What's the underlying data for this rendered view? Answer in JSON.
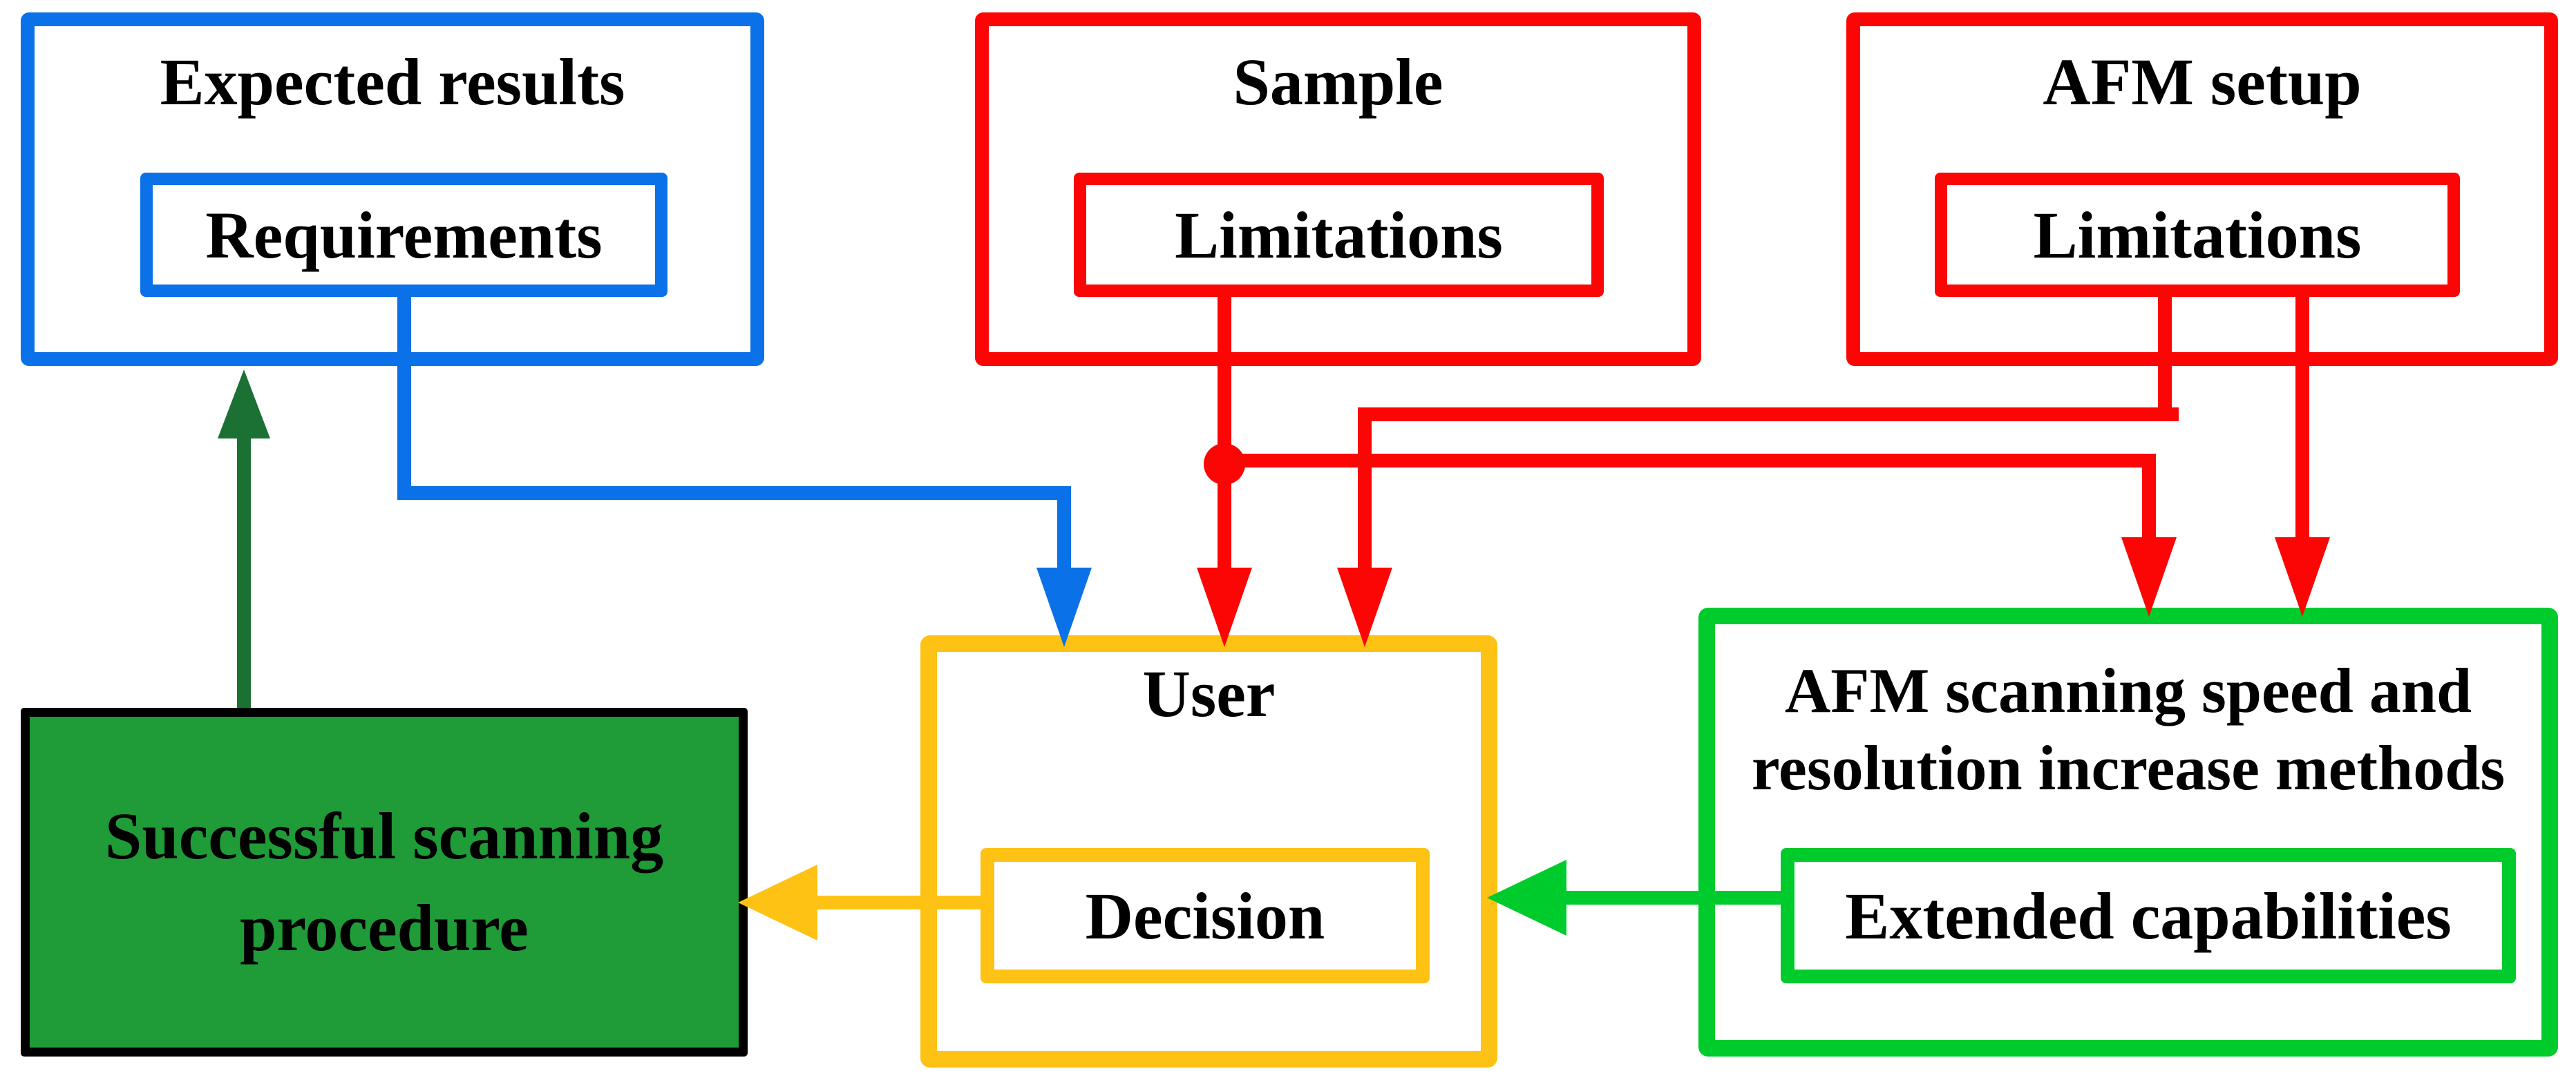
{
  "colors": {
    "blue": "#0a71e8",
    "red": "#fb0505",
    "orange": "#fdc214",
    "green": "#00cb2c",
    "green-arrow": "#1b7134",
    "green-fill": "#1f9b38",
    "ink": "#000000",
    "background": "#ffffff"
  },
  "boxes": {
    "expected_results": {
      "title": "Expected results",
      "inner_label": "Requirements"
    },
    "sample": {
      "title": "Sample",
      "inner_label": "Limitations"
    },
    "afm_setup": {
      "title": "AFM setup",
      "inner_label": "Limitations"
    },
    "user": {
      "title": "User",
      "inner_label": "Decision"
    },
    "afm_methods": {
      "title_line1": "AFM scanning speed and",
      "title_line2": "resolution increase methods",
      "inner_label": "Extended capabilities"
    },
    "successful_procedure": {
      "label_line1": "Successful scanning",
      "label_line2": "procedure"
    }
  },
  "connections": [
    {
      "from": "Requirements",
      "to": "User",
      "color": "blue"
    },
    {
      "from": "Sample Limitations",
      "to": "User",
      "color": "red"
    },
    {
      "from": "Sample Limitations",
      "to": "AFM scanning speed and resolution increase methods",
      "color": "red"
    },
    {
      "from": "AFM setup Limitations",
      "to": "User",
      "color": "red"
    },
    {
      "from": "AFM setup Limitations",
      "to": "AFM scanning speed and resolution increase methods",
      "color": "red"
    },
    {
      "from": "Extended capabilities",
      "to": "Decision",
      "color": "green"
    },
    {
      "from": "Decision",
      "to": "Successful scanning procedure",
      "color": "orange"
    },
    {
      "from": "Successful scanning procedure",
      "to": "Expected results",
      "color": "dark-green"
    }
  ]
}
